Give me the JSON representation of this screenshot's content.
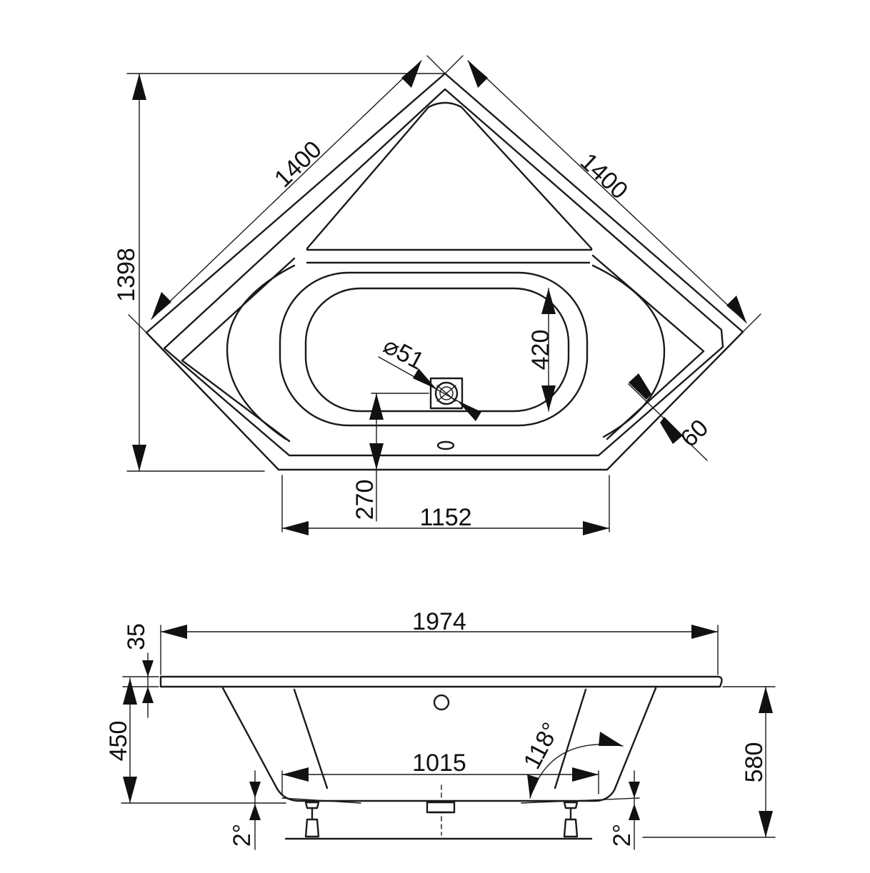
{
  "top_view": {
    "dim_overall_height": "1398",
    "dim_left_side": "1400",
    "dim_right_side": "1400",
    "dim_inner_length": "420",
    "dim_drain_diameter": "⌀51",
    "dim_drain_offset": "270",
    "dim_front_width": "1152",
    "dim_rim_width": "60"
  },
  "side_view": {
    "dim_overall_length": "1974",
    "dim_rim_thickness": "35",
    "dim_depth": "450",
    "dim_total_height": "580",
    "dim_bottom_length": "1015",
    "dim_wall_angle": "118°",
    "dim_slope_left": "2°",
    "dim_slope_right": "2°"
  }
}
